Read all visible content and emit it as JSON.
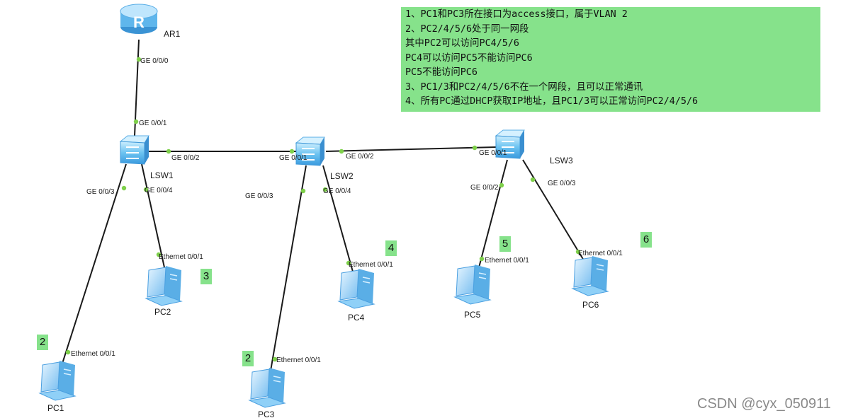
{
  "devices": {
    "ar1": {
      "label": "AR1",
      "icon": "router-icon"
    },
    "lsw1": {
      "label": "LSW1",
      "icon": "switch-icon"
    },
    "lsw2": {
      "label": "LSW2",
      "icon": "switch-icon"
    },
    "lsw3": {
      "label": "LSW3",
      "icon": "switch-icon"
    },
    "pc1": {
      "label": "PC1",
      "icon": "pc-icon"
    },
    "pc2": {
      "label": "PC2",
      "icon": "pc-icon"
    },
    "pc3": {
      "label": "PC3",
      "icon": "pc-icon"
    },
    "pc4": {
      "label": "PC4",
      "icon": "pc-icon"
    },
    "pc5": {
      "label": "PC5",
      "icon": "pc-icon"
    },
    "pc6": {
      "label": "PC6",
      "icon": "pc-icon"
    }
  },
  "ports": {
    "ar1_down": "GE 0/0/0",
    "lsw1_up": "GE 0/0/1",
    "lsw1_right": "GE 0/0/2",
    "lsw1_pc1": "GE 0/0/3",
    "lsw1_pc2": "GE 0/0/4",
    "lsw2_left": "GE 0/0/1",
    "lsw2_right": "GE 0/0/2",
    "lsw2_pc3": "GE 0/0/3",
    "lsw2_pc4": "GE 0/0/4",
    "lsw3_left": "GE 0/0/1",
    "lsw3_pc5": "GE 0/0/2",
    "lsw3_pc6": "GE 0/0/3",
    "pc1_eth": "Ethernet 0/0/1",
    "pc2_eth": "Ethernet 0/0/1",
    "pc3_eth": "Ethernet 0/0/1",
    "pc4_eth": "Ethernet 0/0/1",
    "pc5_eth": "Ethernet 0/0/1",
    "pc6_eth": "Ethernet 0/0/1"
  },
  "badges": {
    "pc1": "2",
    "pc2": "3",
    "pc3": "2",
    "pc4": "4",
    "pc5": "5",
    "pc6": "6"
  },
  "notes": [
    "1、PC1和PC3所在接口为access接口，属于VLAN 2",
    "2、PC2/4/5/6处于同一网段",
    "其中PC2可以访问PC4/5/6",
    "PC4可以访问PC5不能访问PC6",
    "PC5不能访问PC6",
    "3、PC1/3和PC2/4/5/6不在一个网段，且可以正常通讯",
    "4、所有PC通过DHCP获取IP地址，且PC1/3可以正常访问PC2/4/5/6"
  ],
  "watermark": "CSDN @cyx_050911",
  "colors": {
    "note_bg": "#86e28b",
    "link": "#1a1a1a",
    "port_dot": "#7ed04a",
    "device_blue": "#4aa8e8"
  }
}
